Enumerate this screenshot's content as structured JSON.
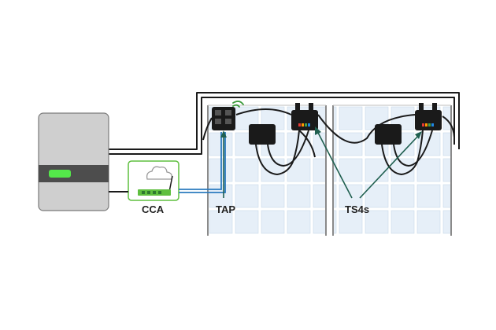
{
  "labels": {
    "cca": "CCA",
    "tap": "TAP",
    "ts4": "TS4s"
  },
  "colors": {
    "inverter_body": "#cfcfcf",
    "inverter_band": "#4d4d4d",
    "inverter_led": "#54e84a",
    "panel_cell": "#e6eff8",
    "panel_frame": "#8a8a8a",
    "cable": "#1a1a1a",
    "comm_wire": "#2b7bbf",
    "pointer": "#1f5f4f",
    "cca_border": "#5fbf3f",
    "wifi": "#3a9a3a"
  },
  "icons": [
    "cloud-icon",
    "wifi-icon",
    "antenna-icon",
    "inverter-status-led"
  ]
}
